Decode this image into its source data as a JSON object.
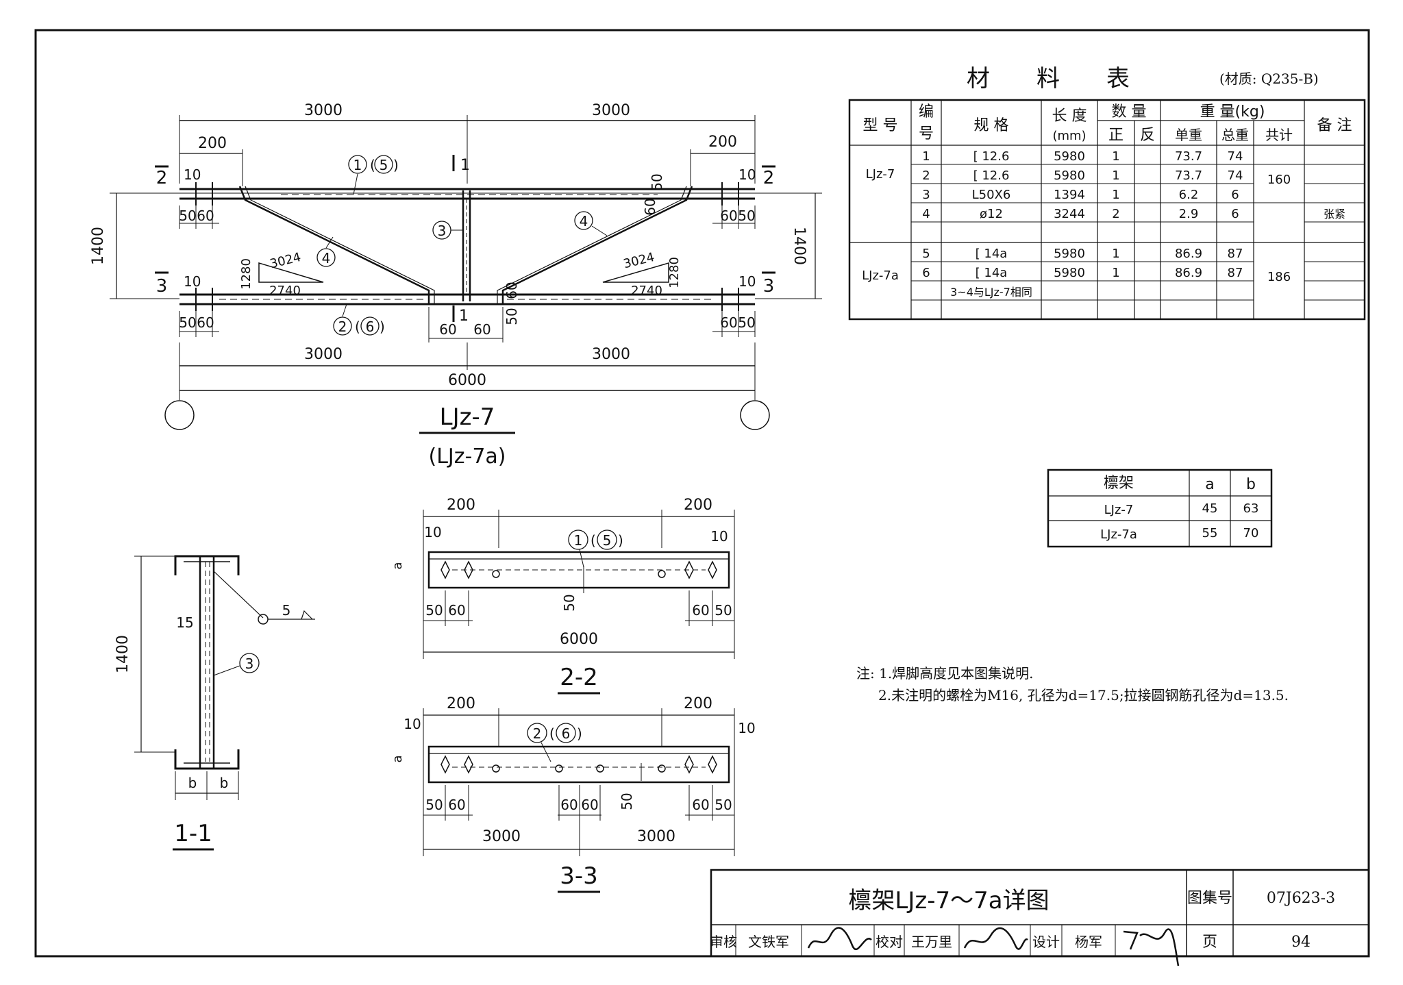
{
  "main_view": {
    "dims": {
      "d3000": "3000",
      "d200": "200",
      "d10": "10",
      "d1400": "1400",
      "d50": "50",
      "d60": "60",
      "d6000": "6000",
      "d3024": "3024",
      "d2740": "2740",
      "d1280": "1280"
    },
    "parts": {
      "p1": "1",
      "p2": "2",
      "p3": "3",
      "p4": "4",
      "p5": "5",
      "p6": "6"
    },
    "section_marks": {
      "s1": "1",
      "s2": "2",
      "s3": "3"
    },
    "title": "LJz-7",
    "subtitle": "(LJz-7a)"
  },
  "material_table": {
    "title": "材　　料　　表",
    "material_note": "(材质: Q235-B)",
    "headers": {
      "type": "型 号",
      "no_1": "编",
      "no_2": "号",
      "spec": "规 格",
      "length_1": "长 度",
      "length_2": "(mm)",
      "qty": "数 量",
      "qty_front": "正",
      "qty_back": "反",
      "weight": "重 量(kg)",
      "unit_weight": "单重",
      "total_weight": "总重",
      "sum": "共计",
      "remark": "备 注"
    },
    "groups": [
      {
        "type": "LJz-7",
        "sum": "160"
      },
      {
        "type": "LJz-7a",
        "sum": "186"
      }
    ],
    "rows": [
      {
        "no": "1",
        "spec": "[ 12.6",
        "length": "5980",
        "front": "1",
        "back": "",
        "unit": "73.7",
        "total": "74",
        "remark": ""
      },
      {
        "no": "2",
        "spec": "[ 12.6",
        "length": "5980",
        "front": "1",
        "back": "",
        "unit": "73.7",
        "total": "74",
        "remark": ""
      },
      {
        "no": "3",
        "spec": "L50X6",
        "length": "1394",
        "front": "1",
        "back": "",
        "unit": "6.2",
        "total": "6",
        "remark": ""
      },
      {
        "no": "4",
        "spec": "ø12",
        "length": "3244",
        "front": "2",
        "back": "",
        "unit": "2.9",
        "total": "6",
        "remark": "张紧"
      },
      {
        "no": "5",
        "spec": "[ 14a",
        "length": "5980",
        "front": "1",
        "back": "",
        "unit": "86.9",
        "total": "87",
        "remark": ""
      },
      {
        "no": "6",
        "spec": "[ 14a",
        "length": "5980",
        "front": "1",
        "back": "",
        "unit": "86.9",
        "total": "87",
        "remark": ""
      }
    ],
    "extra_row_spec": "3~4与LJz-7相同"
  },
  "ab_table": {
    "headers": [
      "檩架",
      "a",
      "b"
    ],
    "rows": [
      [
        "LJz-7",
        "45",
        "63"
      ],
      [
        "LJz-7a",
        "55",
        "70"
      ]
    ]
  },
  "section_1": {
    "title": "1-1",
    "dims": {
      "d1400": "1400",
      "d15": "15",
      "b": "b",
      "weld": "5",
      "part": "3"
    }
  },
  "section_2": {
    "title": "2-2",
    "dims": {
      "d200": "200",
      "d10": "10",
      "a": "a",
      "d50": "50",
      "d60": "60",
      "d6000": "6000",
      "part_a": "1",
      "part_b": "5"
    }
  },
  "section_3": {
    "title": "3-3",
    "dims": {
      "d200": "200",
      "d10": "10",
      "a": "a",
      "d50": "50",
      "d60": "60",
      "d3000": "3000",
      "part_a": "2",
      "part_b": "6"
    }
  },
  "notes": {
    "line1": "注: 1.焊脚高度见本图集说明.",
    "line2": "2.未注明的螺栓为M16, 孔径为d=17.5;拉接圆钢筋孔径为d=13.5."
  },
  "title_block": {
    "drawing_title": "檩架LJz-7～7a详图",
    "atlas_no_label": "图集号",
    "atlas_no": "07J623-3",
    "review_label": "审核",
    "reviewer": "文铁军",
    "check_label": "校对",
    "checker": "王万里",
    "design_label": "设计",
    "designer": "杨军",
    "page_label": "页",
    "page_no": "94"
  }
}
